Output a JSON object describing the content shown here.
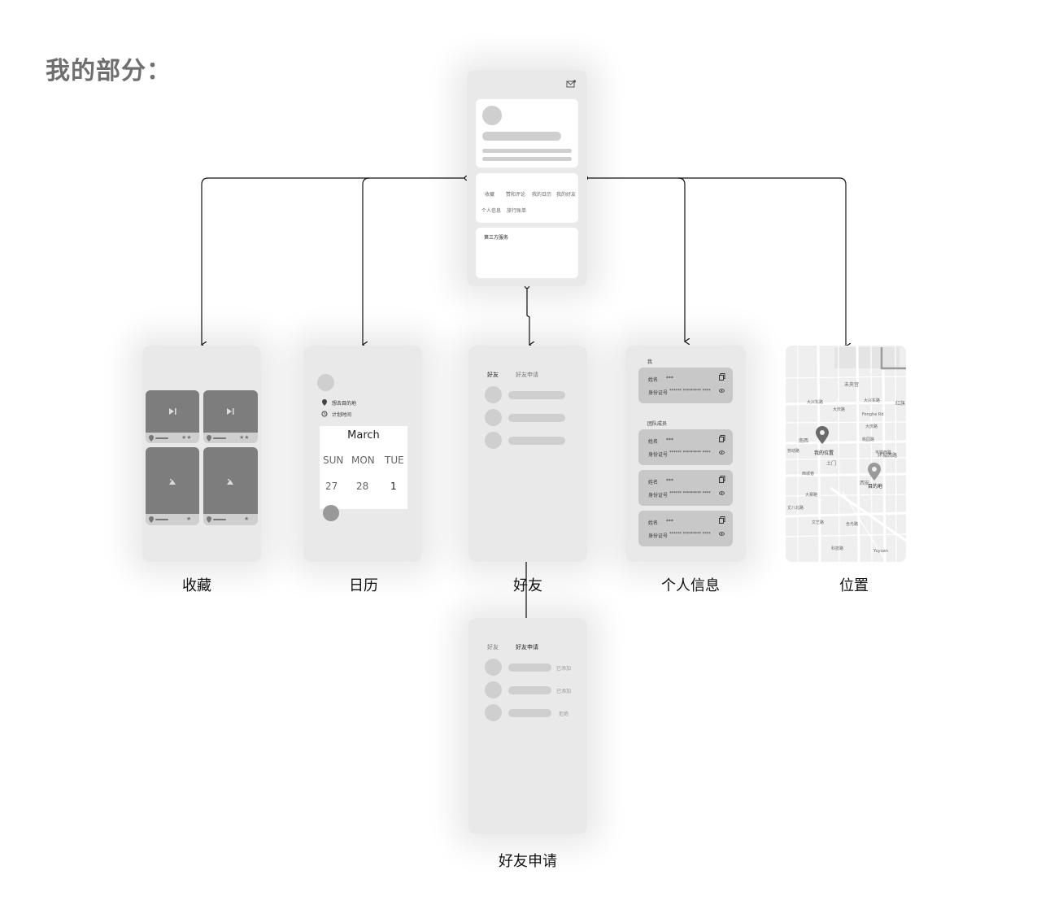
{
  "page": {
    "title": "我的部分："
  },
  "main_screen": {
    "menu_row1": [
      "收藏",
      "赞和评论",
      "我的日历",
      "我的好友"
    ],
    "menu_row2": [
      "个人信息",
      "旅行账单"
    ],
    "section_title": "第三方服务"
  },
  "screens": {
    "favorites": {
      "label": "收藏"
    },
    "calendar": {
      "label": "日历",
      "place_text": "想去目的地",
      "time_text": "计划时间",
      "month": "March",
      "weekdays": [
        "SUN",
        "MON",
        "TUE"
      ],
      "days": [
        "27",
        "28",
        "1"
      ]
    },
    "friends": {
      "label": "好友",
      "tab_friends": "好友",
      "tab_requests": "好友申请"
    },
    "personal": {
      "label": "个人信息",
      "self_header": "我",
      "team_header": "团队成员",
      "name_key": "姓名",
      "name_val": "***",
      "id_key": "身份证号",
      "id_val": "****** ********* ****"
    },
    "location": {
      "label": "位置",
      "my_location": "我的位置",
      "destination": "目的地",
      "places": [
        "未央宫",
        "大兴东路",
        "大兴东路",
        "大庆路",
        "Fenghe Rd",
        "红旗",
        "南西",
        "大庆路",
        "桃园路",
        "丰镐西路",
        "劳动路",
        "环城西路",
        "土门",
        "西安",
        "西城巷",
        "大寨路",
        "丈八北路",
        "文艺路",
        "含光路",
        "科技路",
        "Yuyuan"
      ]
    },
    "friend_requests": {
      "label": "好友申请",
      "tab_friends": "好友",
      "tab_requests": "好友申请",
      "statuses": [
        "已添加",
        "已添加",
        "拒绝"
      ]
    }
  }
}
